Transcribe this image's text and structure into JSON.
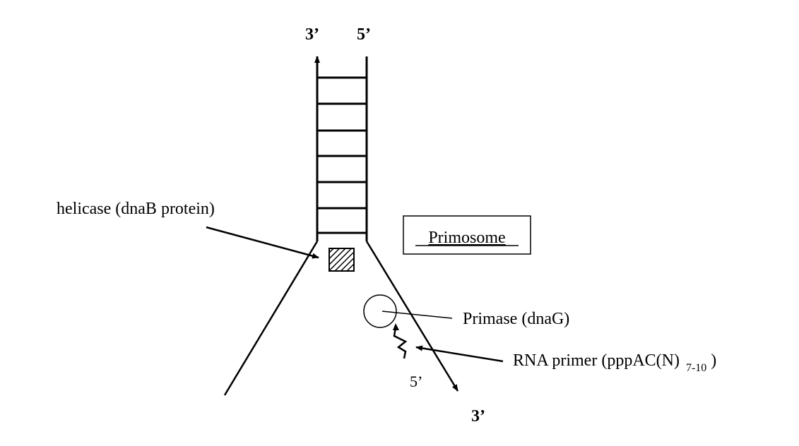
{
  "labels": {
    "top_left_end": "3’",
    "top_right_end": "5’",
    "helicase": "helicase (dnaB protein)",
    "primosome": "Primosome",
    "primase": "Primase (dnaG)",
    "rna_primer": "RNA primer (pppAC(N)",
    "rna_primer_subscript": "7-10",
    "rna_primer_close": ")",
    "primer_5prime": "5’",
    "bottom_3prime": "3’"
  },
  "colors": {
    "ink": "#000000",
    "background": "#ffffff"
  }
}
